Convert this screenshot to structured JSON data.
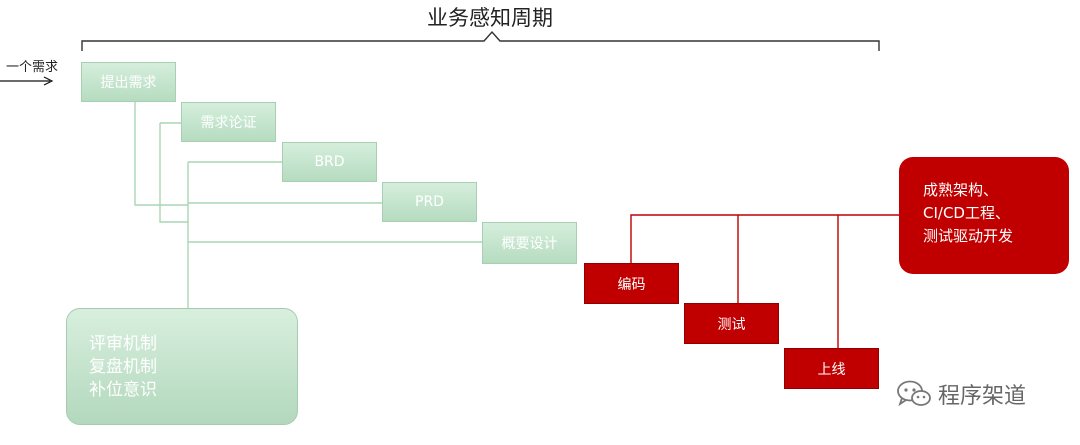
{
  "header": {
    "title": "业务感知周期"
  },
  "input_label": "一个需求",
  "green_steps": [
    "提出需求",
    "需求论证",
    "BRD",
    "PRD",
    "概要设计"
  ],
  "green_mechanisms": [
    "评审机制",
    "复盘机制",
    "补位意识"
  ],
  "red_steps": [
    "编码",
    "测试",
    "上线"
  ],
  "red_practices": [
    "成熟架构、",
    "CI/CD工程、",
    "测试驱动开发"
  ],
  "watermark": {
    "text": "程序架道",
    "icon": "wechat-icon"
  },
  "colors": {
    "green_box": "#c6e6cf",
    "green_line": "#a9d5b4",
    "red": "#c00000",
    "bracket": "#333333"
  }
}
